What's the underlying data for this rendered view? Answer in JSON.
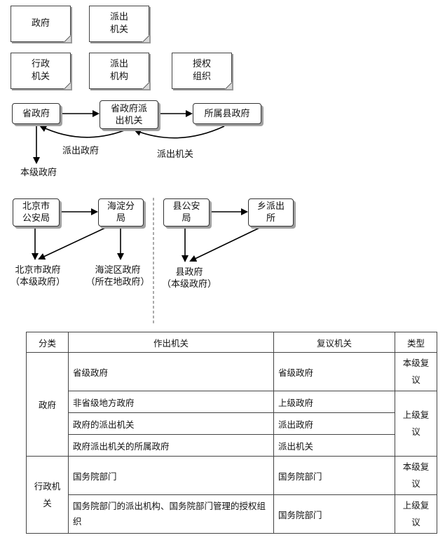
{
  "legend": {
    "row1": [
      "政府",
      "派出\n机关"
    ],
    "row2": [
      "行政\n机关",
      "派出\n机构",
      "授权\n组织"
    ]
  },
  "flow1": {
    "nodes": [
      "省政府",
      "省政府派\n出机关",
      "所属县政府"
    ],
    "labels": {
      "gov_dispatch": "派出政府",
      "dispatch_office": "派出机关",
      "same_level": "本级政府"
    }
  },
  "flow2": {
    "nodes": [
      "北京市\n公安局",
      "海淀分\n局"
    ],
    "labels": {
      "city_gov": "北京市政府\n（本级政府）",
      "district_gov": "海淀区政府\n（所在地政府）"
    }
  },
  "flow3": {
    "nodes": [
      "县公安\n局",
      "乡派出\n所"
    ],
    "labels": {
      "county_gov": "县政府\n（本级政府）"
    }
  },
  "table": {
    "headers": [
      "分类",
      "作出机关",
      "复议机关",
      "类型"
    ],
    "groups": [
      "政府",
      "行政机\n关"
    ],
    "rows": [
      {
        "maker": "省级政府",
        "reviewer": "省级政府"
      },
      {
        "maker": "非省级地方政府",
        "reviewer": "上级政府"
      },
      {
        "maker": "政府的派出机关",
        "reviewer": "派出政府"
      },
      {
        "maker": "政府派出机关的所属政府",
        "reviewer": "派出机关"
      },
      {
        "maker": "国务院部门",
        "reviewer": "国务院部门"
      },
      {
        "maker": "国务院部门的派出机构、国务院部门管理的授权组织",
        "reviewer": "国务院部门"
      }
    ],
    "types": [
      "本级复\n议",
      "上级复\n议",
      "本级复\n议",
      "上级复\n议"
    ]
  }
}
